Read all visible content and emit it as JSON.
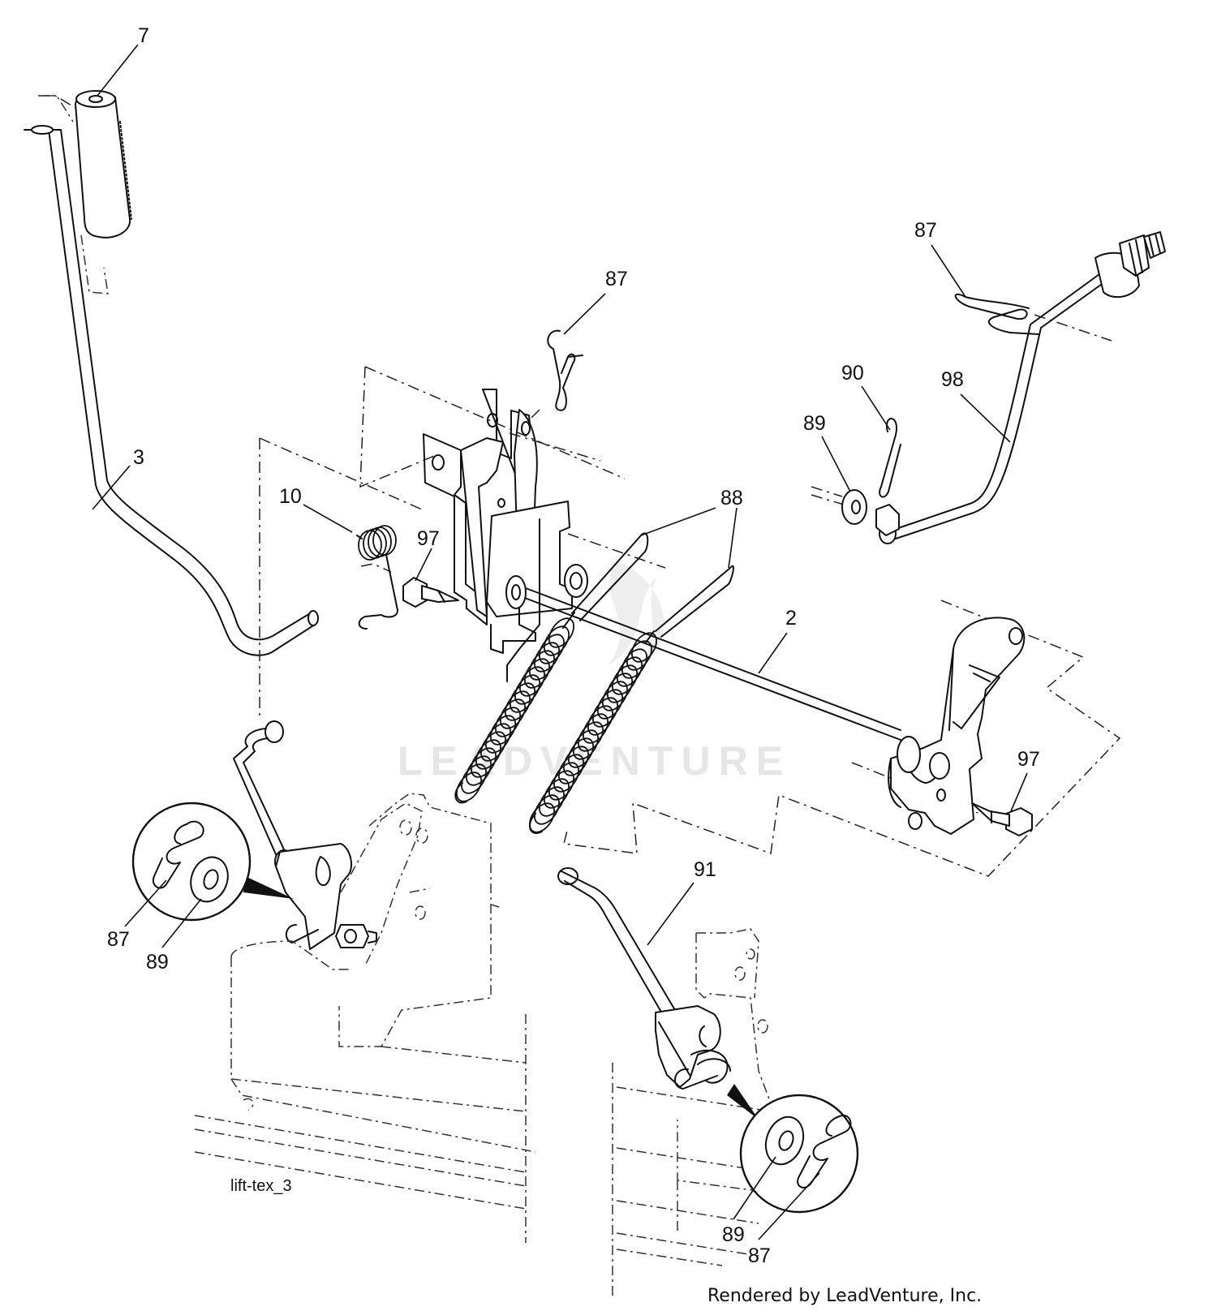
{
  "callouts": {
    "c7": "7",
    "c3": "3",
    "c87_top": "87",
    "c87_right": "87",
    "c90": "90",
    "c98": "98",
    "c89_right": "89",
    "c10": "10",
    "c97_left": "97",
    "c88": "88",
    "c2": "2",
    "c97_right": "97",
    "c91": "91",
    "c87_detail_left": "87",
    "c89_detail_left": "89",
    "c89_detail_right": "89",
    "c87_detail_right": "87"
  },
  "drawing_id": "lift-tex_3",
  "credit": "Rendered by LeadVenture, Inc.",
  "watermark": "LEADVENTURE"
}
